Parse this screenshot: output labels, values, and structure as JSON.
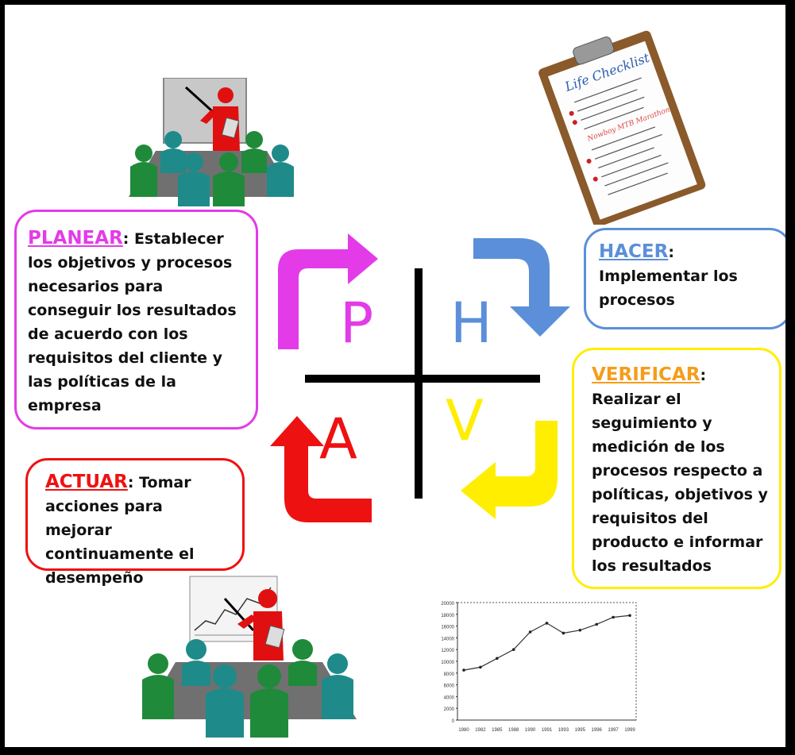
{
  "colors": {
    "planear": "#E33BE8",
    "hacer": "#5B8FD9",
    "verificar": "#FFEE00",
    "actuar": "#EE1111",
    "verificar_heading": "#F59C1B"
  },
  "letters": {
    "p": "P",
    "h": "H",
    "v": "V",
    "a": "A"
  },
  "planear": {
    "heading": "PLANEAR",
    "colon": ":",
    "lines": [
      "Establecer",
      "los objetivos y procesos",
      "necesarios para",
      "conseguir los resultados",
      "de acuerdo con los",
      "requisitos del cliente y",
      "las políticas de la",
      "empresa"
    ]
  },
  "hacer": {
    "heading": "HACER",
    "colon": ":",
    "lines": [
      "Implementar los",
      "procesos"
    ]
  },
  "verificar": {
    "heading": "VERIFICAR",
    "colon": ":",
    "lines": [
      "Realizar el",
      "seguimiento y",
      "medición de los",
      "procesos respecto a",
      "políticas, objetivos y",
      "requisitos del",
      "producto e informar",
      "los resultados"
    ]
  },
  "actuar": {
    "heading": "ACTUAR",
    "colon": ":",
    "lines": [
      "Tomar",
      "acciones  para mejorar",
      "continuamente el",
      "desempeño"
    ]
  },
  "checklist": {
    "title": "Life Checklist",
    "highlight": "Nowboy MTB Marathon"
  },
  "line_chart": {
    "type": "line",
    "y_ticks": [
      "20000",
      "18000",
      "16000",
      "14000",
      "12000",
      "10000",
      "8000",
      "6000",
      "4000",
      "2000",
      "0"
    ],
    "ylim": [
      0,
      20000
    ],
    "x_ticks": [
      "1980",
      "1982",
      "1985",
      "1988",
      "1990",
      "1991",
      "1993",
      "1995",
      "1996",
      "1997",
      "1999"
    ],
    "values": [
      8500,
      9000,
      10500,
      12000,
      15000,
      16500,
      14800,
      15300,
      16300,
      17500,
      17800
    ]
  }
}
